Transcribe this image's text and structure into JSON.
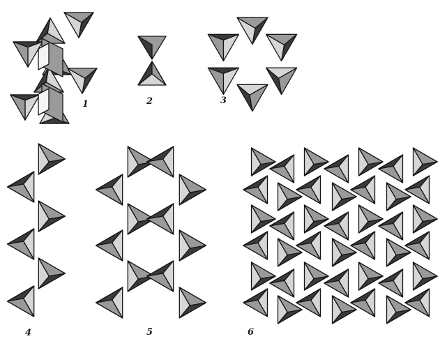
{
  "figure": {
    "panels": [
      {
        "id": "1",
        "label": "1",
        "structure": "tetrahedral-chain-folded"
      },
      {
        "id": "2",
        "label": "2",
        "structure": "tetrahedral-pair"
      },
      {
        "id": "3",
        "label": "3",
        "structure": "six-membered-ring"
      },
      {
        "id": "4",
        "label": "4",
        "structure": "zigzag-chain"
      },
      {
        "id": "5",
        "label": "5",
        "structure": "double-ring-ribbon"
      },
      {
        "id": "6",
        "label": "6",
        "structure": "ring-sheet"
      }
    ],
    "colors": {
      "stroke": "#151515",
      "dark_face": "#3a3a3a",
      "mid_face": "#9a9a9a",
      "light_face": "#d6d6d6",
      "white_face": "#f4f4f4"
    }
  }
}
